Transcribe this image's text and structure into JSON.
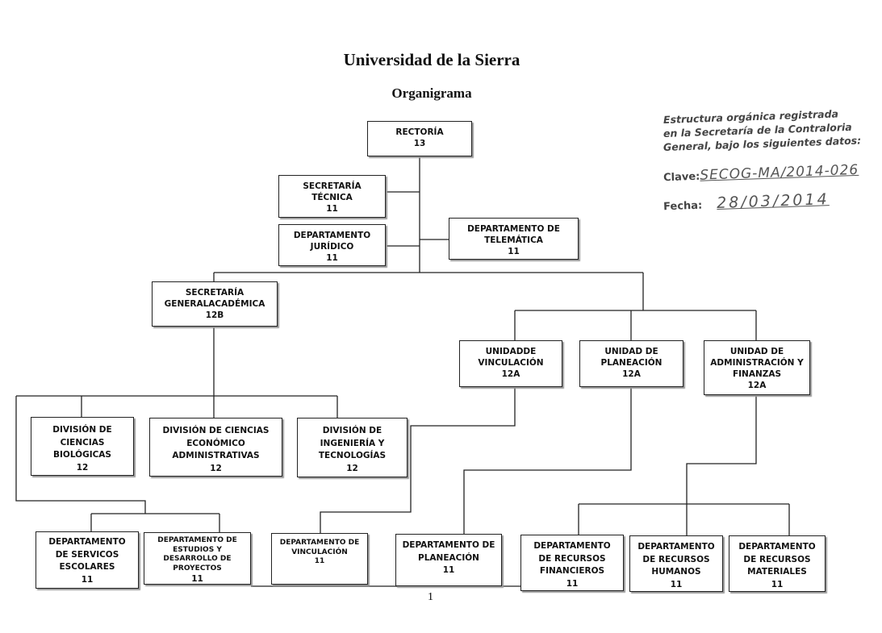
{
  "header": {
    "title": "Universidad de la Sierra",
    "subtitle": "Organigrama"
  },
  "stamp": {
    "line1": "Estructura orgánica registrada",
    "line2": "en la Secretaría de la Contraloria",
    "line3": "General, bajo los siguientes datos:",
    "clave_label": "Clave:",
    "clave_value": "SECOG-MA/2014-026",
    "fecha_label": "Fecha:",
    "fecha_value": "28/03/2014"
  },
  "units": {
    "rectoria": {
      "name": "RECTORÍA",
      "code": "13"
    },
    "sec_tecnica": {
      "name": "SECRETARÍA TÉCNICA",
      "code": "11"
    },
    "juridico": {
      "name": "DEPARTAMENTO JURÍDICO",
      "code": "11"
    },
    "telematica": {
      "name": "DEPARTAMENTO DE TELEMÁTICA",
      "code": "11"
    },
    "sec_academica": {
      "name": "SECRETARÍA GENERALACADÉMICA",
      "code": "12B"
    },
    "u_vinculacion": {
      "name": "UNIDADDE VINCULACIÓN",
      "code": "12A"
    },
    "u_planeacion": {
      "name": "UNIDAD DE PLANEACIÓN",
      "code": "12A"
    },
    "u_admin": {
      "name": "UNIDAD DE ADMINISTRACIÓN Y FINANZAS",
      "code": "12A"
    },
    "div_bio": {
      "name": "DIVISIÓN DE CIENCIAS BIOLÓGICAS",
      "code": "12"
    },
    "div_eco": {
      "name": "DIVISIÓN DE CIENCIAS ECONÓMICO ADMINISTRATIVAS",
      "code": "12"
    },
    "div_ing": {
      "name": "DIVISIÓN DE INGENIERÍA Y TECNOLOGÍAS",
      "code": "12"
    },
    "d_escolares": {
      "name": "DEPARTAMENTO DE SERVICOS ESCOLARES",
      "code": "11"
    },
    "d_estudios": {
      "name": "DEPARTAMENTO DE ESTUDIOS Y DESARROLLO DE PROYECTOS",
      "code": "11"
    },
    "d_vinculacion": {
      "name": "DEPARTAMENTO DE VINCULACIÓN",
      "code": "11"
    },
    "d_planeacion": {
      "name": "DEPARTAMENTO DE PLANEACIÓN",
      "code": "11"
    },
    "d_financieros": {
      "name": "DEPARTAMENTO DE RECURSOS FINANCIEROS",
      "code": "11"
    },
    "d_humanos": {
      "name": "DEPARTAMENTO DE RECURSOS HUMANOS",
      "code": "11"
    },
    "d_materiales": {
      "name": "DEPARTAMENTO DE RECURSOS MATERIALES",
      "code": "11"
    }
  },
  "footer": {
    "page_number": "1"
  }
}
